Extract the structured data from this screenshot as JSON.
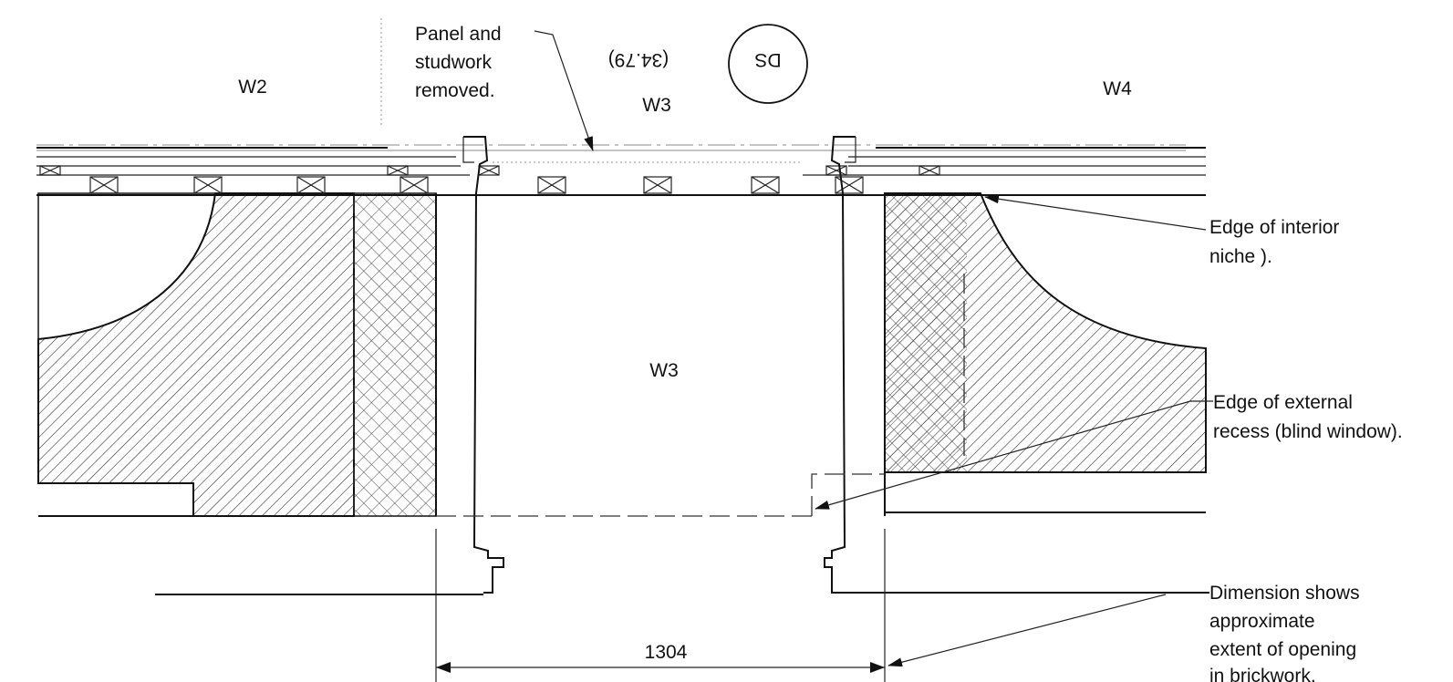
{
  "labels": {
    "w2": "W2",
    "w3_top": "W3",
    "w3_center": "W3",
    "w4": "W4",
    "panel_line1": "Panel and",
    "panel_line2": "studwork",
    "panel_line3": "removed.",
    "ds_ref": "DS",
    "ds_number": "(34.79)"
  },
  "annotations": {
    "niche_line1": "Edge of interior",
    "niche_line2": "niche ).",
    "recess_line1": "Edge of external",
    "recess_line2": "recess (blind window).",
    "dim_line1": "Dimension shows",
    "dim_line2": "approximate",
    "dim_line3": "extent of opening",
    "dim_line4": "in brickwork."
  },
  "dimension": {
    "value": "1304"
  }
}
